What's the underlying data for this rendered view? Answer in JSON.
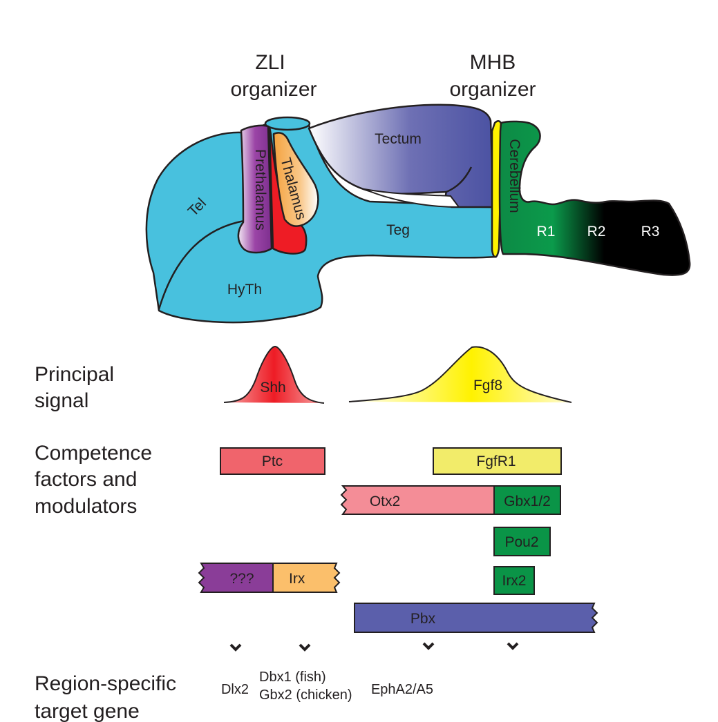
{
  "organizers": {
    "zli": {
      "line1": "ZLI",
      "line2": "organizer"
    },
    "mhb": {
      "line1": "MHB",
      "line2": "organizer"
    }
  },
  "brain_regions": {
    "tel": "Tel",
    "prethalamus": "Prethalamus",
    "thalamus": "Thalamus",
    "tectum": "Tectum",
    "teg": "Teg",
    "hyth": "HyTh",
    "cerebellum": "Cerebellum",
    "r1": "R1",
    "r2": "R2",
    "r3": "R3"
  },
  "rows": {
    "principal_signal": {
      "line1": "Principal",
      "line2": "signal"
    },
    "competence": {
      "line1": "Competence",
      "line2": "factors and",
      "line3": "modulators"
    },
    "target": {
      "line1": "Region-specific",
      "line2": "target gene"
    }
  },
  "signals": {
    "shh": {
      "label": "Shh",
      "color": "#ee1c25"
    },
    "fgf8": {
      "label": "Fgf8",
      "color": "#fff200"
    }
  },
  "factors": {
    "ptc": {
      "label": "Ptc",
      "color": "#f0646c"
    },
    "fgfr1": {
      "label": "FgfR1",
      "color": "#f2ec6a"
    },
    "otx2": {
      "label": "Otx2",
      "color": "#f48d97"
    },
    "gbx12": {
      "label": "Gbx1/2",
      "color": "#0a9447"
    },
    "pou2": {
      "label": "Pou2",
      "color": "#0a9447"
    },
    "unknown": {
      "label": "???",
      "color": "#8a3d98"
    },
    "irx": {
      "label": "Irx",
      "color": "#fbbf6b"
    },
    "irx2": {
      "label": "Irx2",
      "color": "#0a9447"
    },
    "pbx": {
      "label": "Pbx",
      "color": "#5b5fab"
    }
  },
  "targets": {
    "dlx2": "Dlx2",
    "dbx1": "Dbx1 (fish)",
    "gbx2": "Gbx2 (chicken)",
    "epha": "EphA2/A5"
  },
  "colors": {
    "neural_tube": "#48c1de",
    "outline": "#231f20"
  }
}
